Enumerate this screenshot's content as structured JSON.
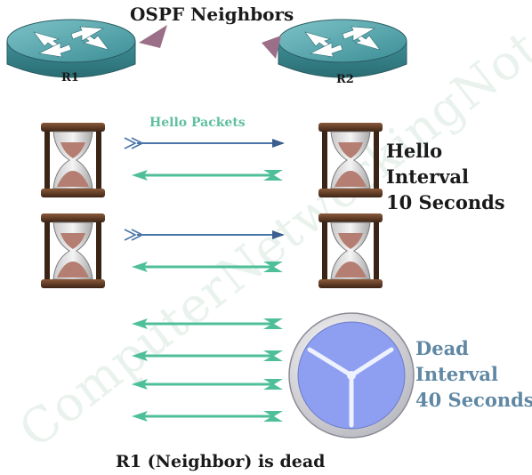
{
  "title": "OSPF Neighbors",
  "routers": {
    "r1": "R1",
    "r2": "R2"
  },
  "hello_packets_label": "Hello Packets",
  "hello_interval": {
    "line1": "Hello",
    "line2": "Interval",
    "line3": "10 Seconds"
  },
  "dead_interval": {
    "line1": "Dead",
    "line2": "Interval",
    "line3": "40 Seconds"
  },
  "caption": "R1 (Neighbor) is dead",
  "watermark": "ComputerNetworkingNotes.com",
  "colors": {
    "router_body": "#4f9fa6",
    "forward_arrow": "#4a75a8",
    "reply_arrow": "#4fbf9a",
    "clock_face": "#8e9ff2",
    "dead_text": "#6088a4"
  },
  "icons": [
    "router-icon",
    "hourglass-icon",
    "clock-icon"
  ]
}
